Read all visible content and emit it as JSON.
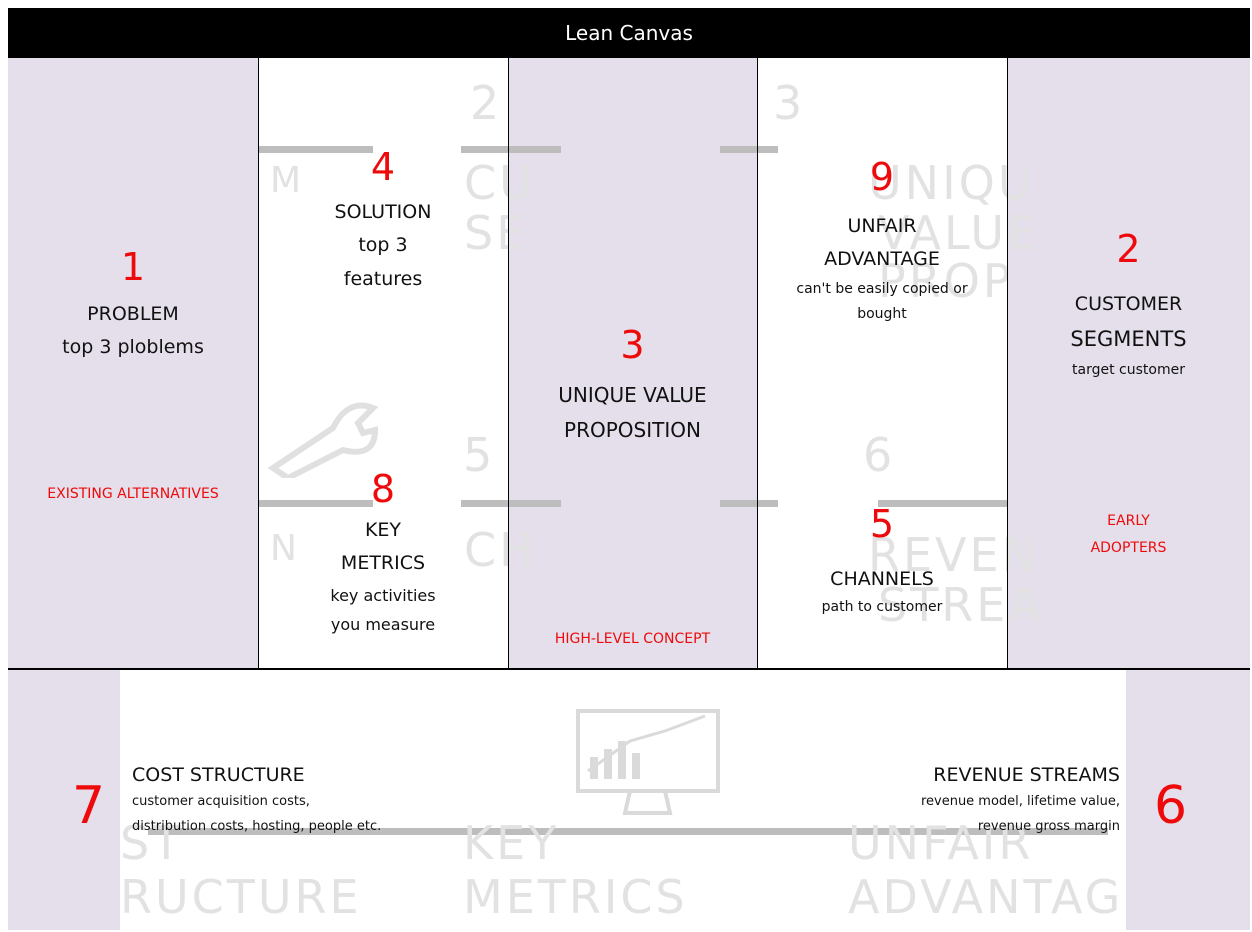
{
  "title": "Lean Canvas",
  "background_watermarks": [
    "M",
    "CU",
    "SE",
    "UNIQU",
    "VALUE",
    "PROP",
    "N",
    "CH",
    "REVEN",
    "STREA",
    "ST",
    "RUCTURE",
    "KEY",
    "METRICS",
    "UNFAIR",
    "ADVANTAG",
    "2",
    "3",
    "5",
    "6"
  ],
  "blocks": {
    "problem": {
      "number": "1",
      "title": "PROBLEM",
      "subtitle": "top 3 ploblems",
      "note": "EXISTING ALTERNATIVES"
    },
    "solution": {
      "number": "4",
      "title": "SOLUTION",
      "line2": "top 3",
      "line3": "features"
    },
    "key_metrics": {
      "number": "8",
      "title": "KEY",
      "line2": "METRICS",
      "sub1": "key activities",
      "sub2": "you measure"
    },
    "uvp": {
      "number": "3",
      "title_line1": "UNIQUE VALUE",
      "title_line2": "PROPOSITION",
      "note": "HIGH-LEVEL CONCEPT"
    },
    "unfair_advantage": {
      "number": "9",
      "title_line1": "UNFAIR",
      "title_line2": "ADVANTAGE",
      "sub1": "can't be easily copied or",
      "sub2": "bought"
    },
    "channels": {
      "number": "5",
      "title": "CHANNELS",
      "sub": "path to customer"
    },
    "customer_segments": {
      "number": "2",
      "title_line1": "CUSTOMER",
      "title_line2": "SEGMENTS",
      "sub": "target customer",
      "note_line1": "EARLY",
      "note_line2": "ADOPTERS"
    },
    "cost_structure": {
      "number": "7",
      "title": "COST STRUCTURE",
      "sub1": "customer acquisition costs,",
      "sub2": "distribution costs, hosting, people etc."
    },
    "revenue_streams": {
      "number": "6",
      "title": "REVENUE STREAMS",
      "sub1": "revenue model, lifetime value,",
      "sub2": "revenue gross margin"
    }
  },
  "colors": {
    "title_bg": "#000000",
    "cell_lavender": "#e4dfeb",
    "accent_red": "#ee0a0a"
  }
}
